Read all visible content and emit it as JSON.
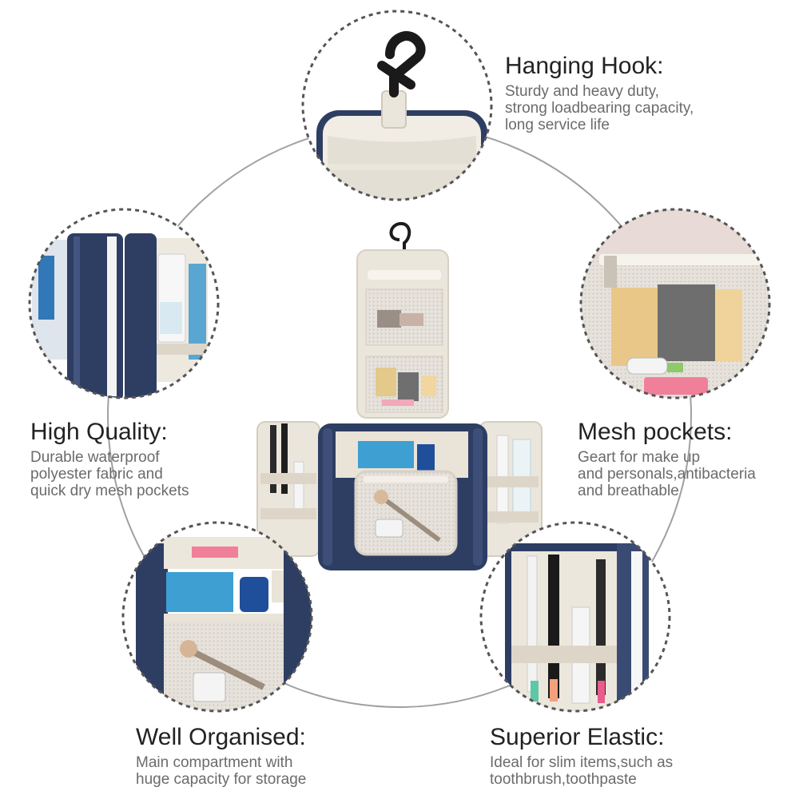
{
  "features": {
    "hanging_hook": {
      "title": "Hanging Hook:",
      "lines": [
        "Sturdy and heavy duty,",
        "strong loadbearing capacity,",
        "long service life"
      ]
    },
    "high_quality": {
      "title": "High Quality:",
      "lines": [
        "Durable waterproof",
        "polyester fabric and",
        "quick dry mesh pockets"
      ]
    },
    "mesh_pockets": {
      "title": "Mesh pockets:",
      "lines": [
        "Geart for make up",
        "and personals,antibacteria",
        "and breathable"
      ]
    },
    "well_organised": {
      "title": "Well Organised:",
      "lines": [
        "Main compartment with",
        "huge capacity for storage"
      ]
    },
    "superior_elastic": {
      "title": "Superior Elastic:",
      "lines": [
        "Ideal for slim items,such as",
        "toothbrush,toothpaste"
      ]
    }
  },
  "colors": {
    "bag_navy": "#2e3e63",
    "lining_cream": "#efebe2",
    "dashed_ring": "#555555",
    "connector_arc": "#9a9a9a"
  }
}
